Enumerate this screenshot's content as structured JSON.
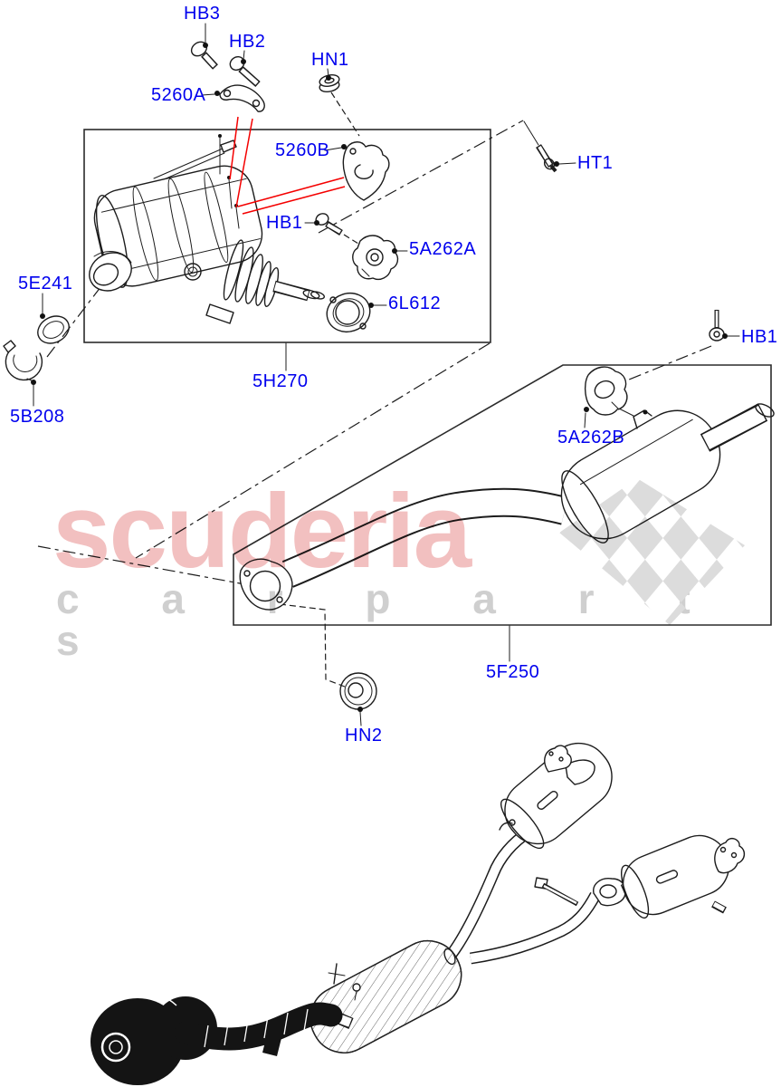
{
  "diagram": {
    "labels": {
      "hb3": "HB3",
      "hb2": "HB2",
      "hn1": "HN1",
      "c5260a": "5260A",
      "c5260b": "5260B",
      "ht1": "HT1",
      "hb1_left": "HB1",
      "c5a262a": "5A262A",
      "c6l612": "6L612",
      "c5e241": "5E241",
      "c5b208": "5B208",
      "c5h270": "5H270",
      "hb1_right": "HB1",
      "c5a262b": "5A262B",
      "c5f250": "5F250",
      "hn2": "HN2"
    },
    "colors": {
      "label": "#0000ee",
      "callout_red": "#f40000",
      "line": "#1c1c1c",
      "watermark_pink": "#f2c0c0",
      "watermark_gray": "#cfcfcf",
      "checker_gray": "#dcdcdc"
    }
  },
  "watermark": {
    "brand": "scuderia",
    "tagline": "c a r   p a r t s"
  }
}
